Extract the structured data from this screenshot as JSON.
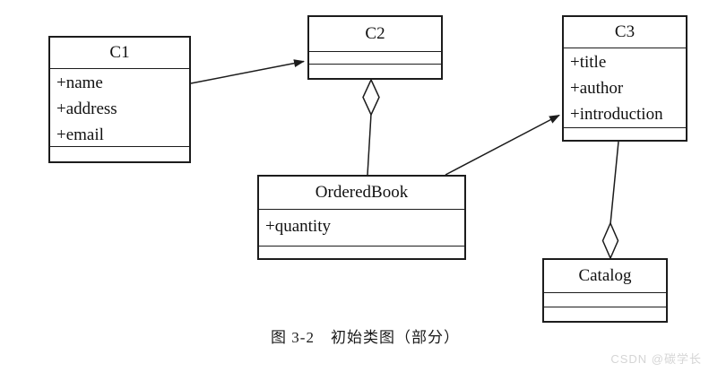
{
  "diagram": {
    "caption": "图 3-2　初始类图（部分）",
    "watermark": "CSDN @碳学长",
    "colors": {
      "line": "#1c1c1c",
      "background": "#ffffff",
      "watermark": "#d5d5d5"
    },
    "classes": {
      "c1": {
        "name": "C1",
        "attributes": [
          "+name",
          "+address",
          "+email"
        ],
        "methods": []
      },
      "c2": {
        "name": "C2",
        "attributes": [],
        "methods": []
      },
      "c3": {
        "name": "C3",
        "attributes": [
          "+title",
          "+author",
          "+introduction"
        ],
        "methods": []
      },
      "orderedbook": {
        "name": "OrderedBook",
        "attributes": [
          "+quantity"
        ],
        "methods": []
      },
      "catalog": {
        "name": "Catalog",
        "attributes": [],
        "methods": []
      }
    },
    "relationships": [
      {
        "type": "association-arrow",
        "from": "C1",
        "to": "C2"
      },
      {
        "type": "aggregation",
        "whole": "C2",
        "part": "OrderedBook"
      },
      {
        "type": "association-arrow",
        "from": "OrderedBook",
        "to": "C3"
      },
      {
        "type": "aggregation",
        "whole": "Catalog",
        "part": "C3"
      }
    ]
  }
}
